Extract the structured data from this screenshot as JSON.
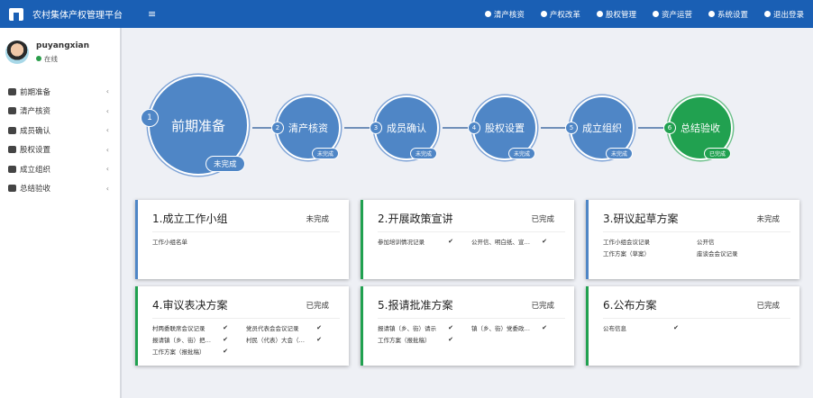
{
  "header": {
    "title": "农村集体产权管理平台",
    "menu_toggle": "≡",
    "nav": [
      {
        "label": "清产核资",
        "icon": "book-icon"
      },
      {
        "label": "产权改革",
        "icon": "book-icon"
      },
      {
        "label": "股权管理",
        "icon": "pie-chart-icon"
      },
      {
        "label": "资产运营",
        "icon": "gear-icon"
      },
      {
        "label": "系统设置",
        "icon": "cog-icon"
      },
      {
        "label": "退出登录",
        "icon": "power-icon"
      }
    ]
  },
  "user": {
    "name": "puyangxian",
    "status": "在线",
    "status_color": "#2a9d4a"
  },
  "sidebar": {
    "items": [
      {
        "label": "前期准备",
        "icon": "calendar-icon"
      },
      {
        "label": "清产核资",
        "icon": "book-icon"
      },
      {
        "label": "成员确认",
        "icon": "users-icon"
      },
      {
        "label": "股权设置",
        "icon": "pie-chart-icon"
      },
      {
        "label": "成立组织",
        "icon": "cloud-icon"
      },
      {
        "label": "总结验收",
        "icon": "check-circle-icon"
      }
    ],
    "chevron": "‹"
  },
  "colors": {
    "header": "#1a5fb4",
    "pending": "#4f86c6",
    "done": "#21a150"
  },
  "steps": [
    {
      "num": "1",
      "label": "前期准备",
      "status": "未完成",
      "done": false
    },
    {
      "num": "2",
      "label": "清产核资",
      "status": "未完成",
      "done": false
    },
    {
      "num": "3",
      "label": "成员确认",
      "status": "未完成",
      "done": false
    },
    {
      "num": "4",
      "label": "股权设置",
      "status": "未完成",
      "done": false
    },
    {
      "num": "5",
      "label": "成立组织",
      "status": "未完成",
      "done": false
    },
    {
      "num": "6",
      "label": "总结验收",
      "status": "已完成",
      "done": true
    }
  ],
  "cards": [
    {
      "title": "1.成立工作小组",
      "status": "未完成",
      "done": false,
      "items": [
        {
          "label": "工作小组名单",
          "checked": false
        }
      ]
    },
    {
      "title": "2.开展政策宣讲",
      "status": "已完成",
      "done": true,
      "items": [
        {
          "label": "参加培训情况记录",
          "checked": true
        },
        {
          "label": "公开信、明白纸、宣…",
          "checked": true
        }
      ]
    },
    {
      "title": "3.研议起草方案",
      "status": "未完成",
      "done": false,
      "items": [
        {
          "label": "工作小组会议记录",
          "checked": false
        },
        {
          "label": "公开信",
          "checked": false
        },
        {
          "label": "工作方案（草案）",
          "checked": false
        },
        {
          "label": "座谈会会议记录",
          "checked": false
        }
      ]
    },
    {
      "title": "4.审议表决方案",
      "status": "已完成",
      "done": true,
      "items": [
        {
          "label": "村两委联席会议记录",
          "checked": true
        },
        {
          "label": "党员代表会会议记录",
          "checked": true
        },
        {
          "label": "报请镇（乡、街）把…",
          "checked": true
        },
        {
          "label": "村民（代表）大会（…",
          "checked": true
        },
        {
          "label": "工作方案（报批稿）",
          "checked": true
        }
      ]
    },
    {
      "title": "5.报请批准方案",
      "status": "已完成",
      "done": true,
      "items": [
        {
          "label": "报请镇（乡、街）请示",
          "checked": true
        },
        {
          "label": "镇（乡、街）党委政…",
          "checked": true
        },
        {
          "label": "工作方案（报批稿）",
          "checked": true
        }
      ]
    },
    {
      "title": "6.公布方案",
      "status": "已完成",
      "done": true,
      "items": [
        {
          "label": "公布信息",
          "checked": true
        }
      ]
    }
  ],
  "check_glyph": "✔"
}
